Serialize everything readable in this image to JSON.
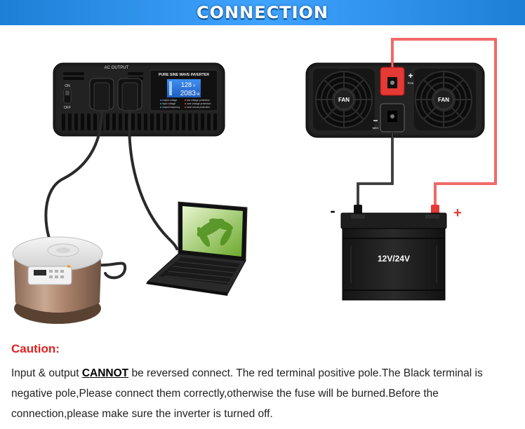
{
  "banner": {
    "title": "CONNECTION"
  },
  "inverter_front": {
    "ac_output_label": "AC OUTPUT",
    "panel_title": "PURE SINE WAVE INVERTER",
    "switch_on": "ON",
    "switch_off": "OFF",
    "lcd_voltage": "128",
    "lcd_voltage_unit": "V",
    "lcd_power": "2083",
    "lcd_power_unit": "W",
    "indicators_left": [
      "output voltage",
      "input voltage",
      "output frequency"
    ],
    "indicators_right": [
      "low voltage protection",
      "over-voltage protection",
      "short circuit protection"
    ]
  },
  "inverter_back": {
    "fan_left": "FAN",
    "fan_right": "FAN",
    "pos_symbol": "+",
    "pos_label": "POS",
    "neg_symbol": "−",
    "neg_label": "NEG"
  },
  "battery": {
    "label": "12V/24V",
    "neg_sign": "-",
    "pos_sign": "+"
  },
  "caution": {
    "title": "Caution:",
    "text_before": "Input & output ",
    "text_strong": "CANNOT",
    "text_after": " be reversed connect. The red terminal positive pole.The Black terminal is negative pole,Please connect them correctly,otherwise the fuse will be burned.Before the connection,please make sure the inverter is turned off."
  },
  "colors": {
    "banner": "#2b8fee",
    "caution_title": "#e02020",
    "positive_wire": "#e53935",
    "negative_wire": "#111111"
  }
}
